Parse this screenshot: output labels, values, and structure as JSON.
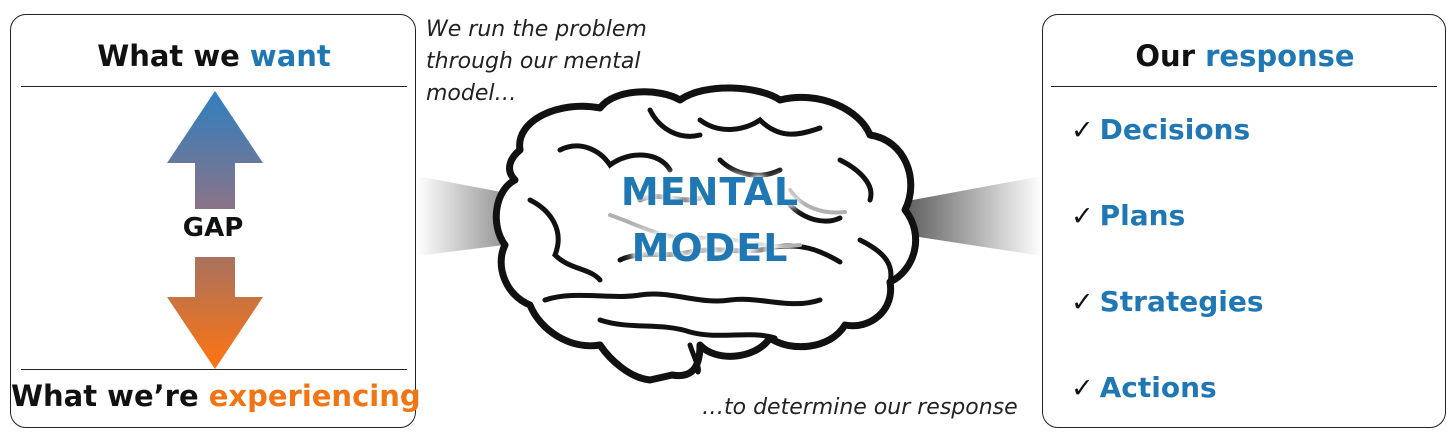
{
  "left_panel": {
    "top_title": {
      "prefix": "What we ",
      "highlight": "want"
    },
    "bottom_title": {
      "prefix": "What we’re ",
      "highlight": "experiencing"
    },
    "gap_label": "GAP"
  },
  "right_panel": {
    "title": {
      "prefix": "Our ",
      "highlight": "response"
    },
    "items": [
      {
        "check": "✓",
        "label": "Decisions"
      },
      {
        "check": "✓",
        "label": "Plans"
      },
      {
        "check": "✓",
        "label": "Strategies"
      },
      {
        "check": "✓",
        "label": "Actions"
      }
    ]
  },
  "center": {
    "top_note": [
      "We run the problem",
      "through our mental",
      "model…"
    ],
    "bottom_note": "…to determine our response",
    "brain_label": [
      "MENTAL",
      "MODEL"
    ]
  },
  "colors": {
    "blue": "#1f77b4",
    "orange": "#f27413",
    "outline": "#222222"
  },
  "icons": [
    "up-arrow-icon",
    "down-arrow-icon",
    "brain-icon",
    "checkmark-icon"
  ]
}
